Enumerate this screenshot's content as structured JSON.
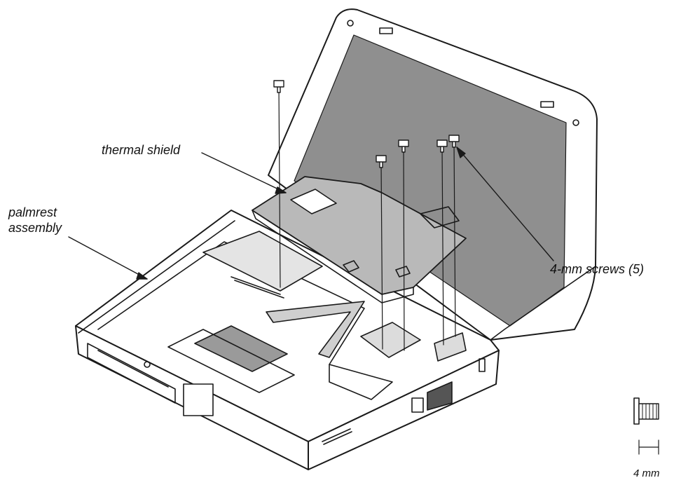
{
  "labels": {
    "thermal_shield": "thermal shield",
    "palmrest_line1": "palmrest",
    "palmrest_line2": "assembly",
    "screws": "4-mm screws (5)",
    "scale": "4 mm"
  },
  "colors": {
    "line": "#1a1a1a",
    "screen": "#8f8f8f",
    "shield": "#b9b9b9",
    "body_fill": "#ffffff"
  }
}
